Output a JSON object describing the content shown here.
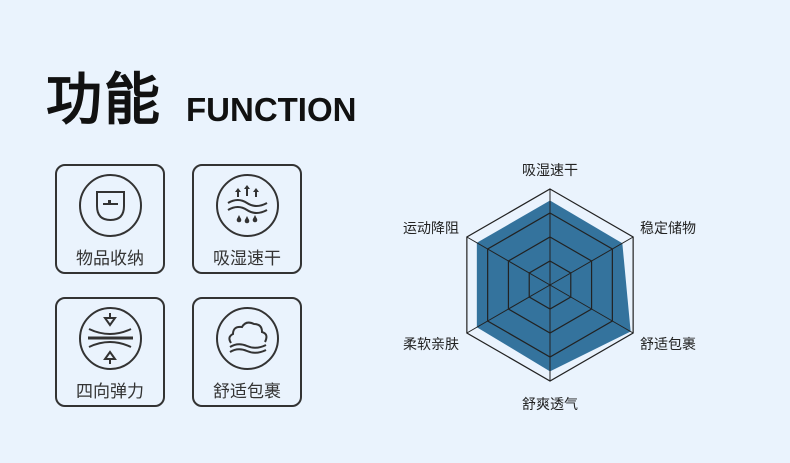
{
  "header": {
    "title_cn": "功能",
    "title_en": "FUNCTION"
  },
  "features": [
    {
      "label": "物品收纳",
      "icon": "pocket-icon"
    },
    {
      "label": "吸湿速干",
      "icon": "moisture-wicking-icon"
    },
    {
      "label": "四向弹力",
      "icon": "stretch-icon"
    },
    {
      "label": "舒适包裹",
      "icon": "cloud-comfort-icon"
    }
  ],
  "chart_data": {
    "type": "radar",
    "categories": [
      "吸湿速干",
      "稳定储物",
      "舒适包裹",
      "舒爽透气",
      "柔软亲肤",
      "运动降阻"
    ],
    "values": [
      0.88,
      0.87,
      0.97,
      0.9,
      0.88,
      0.88
    ],
    "range": [
      0,
      1
    ],
    "rings": 4,
    "fill_color": "#2a6b98"
  }
}
